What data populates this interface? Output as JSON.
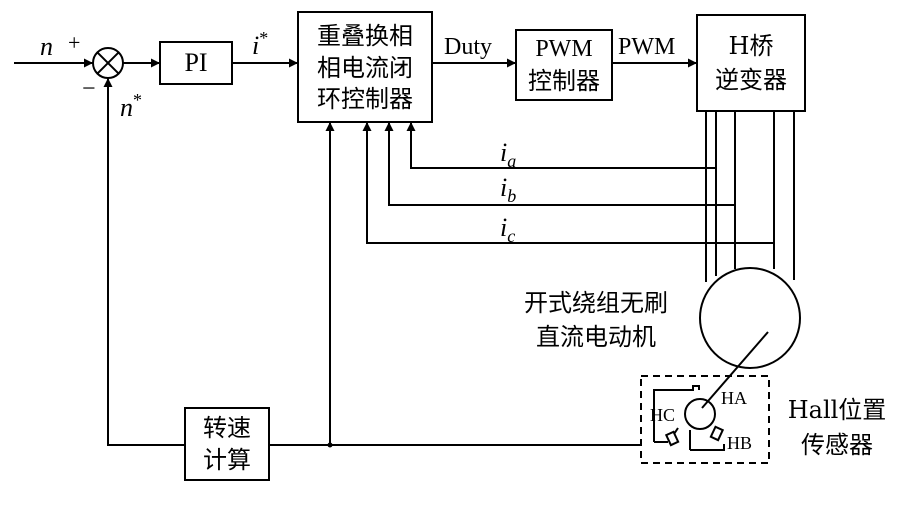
{
  "signals": {
    "n": "n",
    "plus": "+",
    "minus": "−",
    "n_star": "n*",
    "i_star": "i*",
    "duty": "Duty",
    "pwm": "PWM",
    "ia": "ia",
    "ib": "ib",
    "ic": "ic"
  },
  "blocks": {
    "pi": "PI",
    "overlap_controller": [
      "重叠换相",
      "相电流闭",
      "环控制器"
    ],
    "pwm_controller": [
      "PWM",
      "控制器"
    ],
    "h_bridge": [
      "H桥",
      "逆变器"
    ],
    "speed_calc": [
      "转速",
      "计算"
    ]
  },
  "motor": [
    "开式绕组无刷",
    "直流电动机"
  ],
  "hall": {
    "label": [
      "Hall位置",
      "传感器"
    ],
    "ha": "HA",
    "hb": "HB",
    "hc": "HC"
  }
}
